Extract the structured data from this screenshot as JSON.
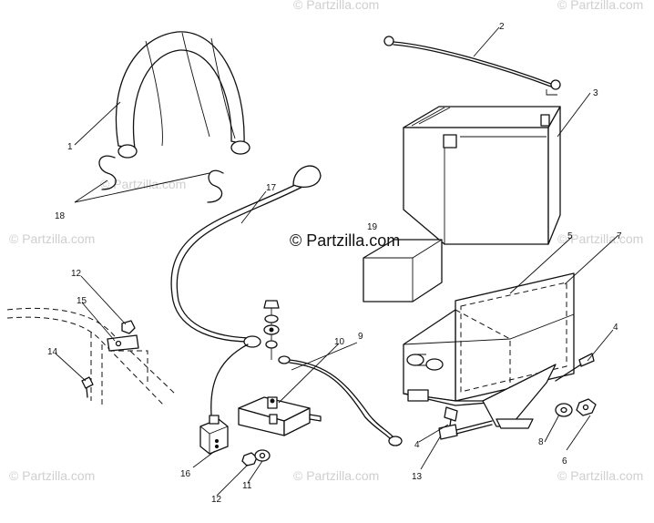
{
  "watermark": {
    "main": "© Partzilla.com",
    "faint": "© Partzilla.com"
  },
  "callouts": {
    "c1": "1",
    "c2": "2",
    "c3": "3",
    "c4a": "4",
    "c4b": "4",
    "c5": "5",
    "c6": "6",
    "c7": "7",
    "c8": "8",
    "c9": "9",
    "c10": "10",
    "c11": "11",
    "c12a": "12",
    "c12b": "12",
    "c13": "13",
    "c14": "14",
    "c15": "15",
    "c16": "16",
    "c17": "17",
    "c18": "18",
    "c19": "19"
  }
}
